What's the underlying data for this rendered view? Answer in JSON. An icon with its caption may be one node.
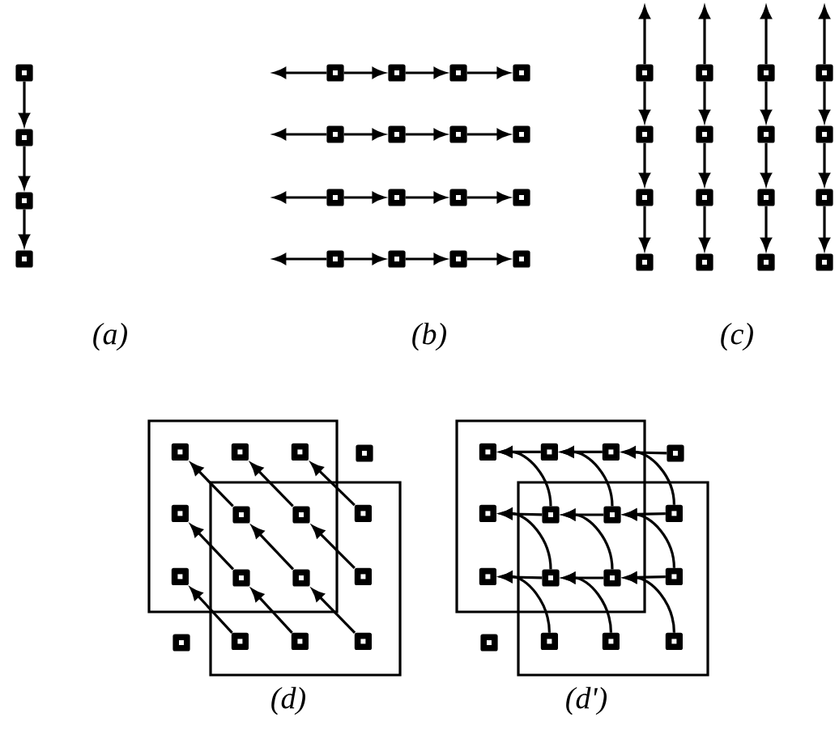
{
  "diagram": {
    "nodes": [
      {
        "text": [],
        "shape": "square"
      },
      {
        "text": [],
        "shape": "square"
      },
      {
        "text": [],
        "shape": "square"
      },
      {
        "text": [],
        "shape": "square"
      },
      {
        "text": [],
        "shape": "square"
      },
      {
        "text": [],
        "shape": "square"
      },
      {
        "text": [],
        "shape": "square"
      },
      {
        "text": [],
        "shape": "square"
      },
      {
        "text": [],
        "shape": "square"
      },
      {
        "text": [],
        "shape": "square"
      },
      {
        "text": [],
        "shape": "square"
      },
      {
        "text": [],
        "shape": "square"
      },
      {
        "text": [],
        "shape": "square"
      },
      {
        "text": [],
        "shape": "square"
      },
      {
        "text": [],
        "shape": "square"
      },
      {
        "text": [],
        "shape": "square"
      },
      {
        "text": [],
        "shape": "square"
      },
      {
        "text": [],
        "shape": "square"
      },
      {
        "text": [],
        "shape": "square"
      },
      {
        "text": [],
        "shape": "square"
      },
      {
        "text": [],
        "shape": "square"
      },
      {
        "text": [],
        "shape": "square"
      },
      {
        "text": [],
        "shape": "square"
      },
      {
        "text": [],
        "shape": "square"
      },
      {
        "text": [],
        "shape": "square"
      },
      {
        "text": [],
        "shape": "square"
      },
      {
        "text": [],
        "shape": "square"
      },
      {
        "text": [],
        "shape": "square"
      },
      {
        "text": [],
        "shape": "square"
      },
      {
        "text": [],
        "shape": "square"
      },
      {
        "text": [],
        "shape": "square"
      },
      {
        "text": [],
        "shape": "square"
      },
      {
        "text": [],
        "shape": "square"
      },
      {
        "text": [],
        "shape": "square"
      },
      {
        "text": [],
        "shape": "square"
      },
      {
        "text": [],
        "shape": "square"
      },
      {
        "text": [],
        "shape": "box"
      },
      {
        "text": [],
        "shape": "box"
      },
      {
        "text": [],
        "shape": "square",
        "in": 36
      },
      {
        "text": [],
        "shape": "square",
        "in": 36
      },
      {
        "text": [],
        "shape": "square",
        "in": 36
      },
      {
        "text": [],
        "shape": "square"
      },
      {
        "text": [],
        "shape": "square",
        "in": 36
      },
      {
        "text": [],
        "shape": "square"
      },
      {
        "text": [],
        "shape": "square"
      },
      {
        "text": [],
        "shape": "square",
        "in": 37
      },
      {
        "text": [],
        "shape": "square",
        "in": 36
      },
      {
        "text": [],
        "shape": "square"
      },
      {
        "text": [],
        "shape": "square"
      },
      {
        "text": [],
        "shape": "square",
        "in": 37
      },
      {
        "text": [],
        "shape": "square"
      },
      {
        "text": [],
        "shape": "square",
        "in": 37
      },
      {
        "text": [],
        "shape": "square",
        "in": 37
      },
      {
        "text": [],
        "shape": "square",
        "in": 37
      },
      {
        "text": [],
        "shape": "box"
      },
      {
        "text": [],
        "shape": "box"
      },
      {
        "text": [],
        "shape": "square",
        "in": 54
      },
      {
        "text": [],
        "shape": "square",
        "in": 54
      },
      {
        "text": [],
        "shape": "square",
        "in": 54
      },
      {
        "text": [],
        "shape": "square"
      },
      {
        "text": [],
        "shape": "square",
        "in": 54
      },
      {
        "text": [],
        "shape": "square"
      },
      {
        "text": [],
        "shape": "square"
      },
      {
        "text": [],
        "shape": "square",
        "in": 55
      },
      {
        "text": [],
        "shape": "square",
        "in": 54
      },
      {
        "text": [],
        "shape": "square"
      },
      {
        "text": [],
        "shape": "square"
      },
      {
        "text": [],
        "shape": "square",
        "in": 55
      },
      {
        "text": [],
        "shape": "square"
      },
      {
        "text": [],
        "shape": "square",
        "in": 55
      },
      {
        "text": [],
        "shape": "square",
        "in": 55
      },
      {
        "text": [],
        "shape": "square",
        "in": 55
      }
    ],
    "edges": [
      {
        "from": 0,
        "to": 1,
        "arrow": "to"
      },
      {
        "from": 1,
        "to": 2,
        "arrow": "to"
      },
      {
        "from": 2,
        "to": 3,
        "arrow": "to"
      },
      {
        "from": 4,
        "to": null,
        "arrow": "to"
      },
      {
        "from": 4,
        "to": 5,
        "arrow": "to"
      },
      {
        "from": 5,
        "to": 6,
        "arrow": "to"
      },
      {
        "from": 6,
        "to": 7,
        "arrow": "to"
      },
      {
        "from": 8,
        "to": null,
        "arrow": "to"
      },
      {
        "from": 8,
        "to": 9,
        "arrow": "to"
      },
      {
        "from": 9,
        "to": 10,
        "arrow": "to"
      },
      {
        "from": 10,
        "to": 11,
        "arrow": "to"
      },
      {
        "from": 12,
        "to": null,
        "arrow": "to"
      },
      {
        "from": 12,
        "to": 13,
        "arrow": "to"
      },
      {
        "from": 13,
        "to": 14,
        "arrow": "to"
      },
      {
        "from": 14,
        "to": 15,
        "arrow": "to"
      },
      {
        "from": 16,
        "to": null,
        "arrow": "to"
      },
      {
        "from": 16,
        "to": 17,
        "arrow": "to"
      },
      {
        "from": 17,
        "to": 18,
        "arrow": "to"
      },
      {
        "from": 18,
        "to": 19,
        "arrow": "to"
      },
      {
        "from": 20,
        "to": null,
        "arrow": "to"
      },
      {
        "from": 20,
        "to": 24,
        "arrow": "to"
      },
      {
        "from": 24,
        "to": 28,
        "arrow": "to"
      },
      {
        "from": 28,
        "to": 32,
        "arrow": "to"
      },
      {
        "from": 21,
        "to": null,
        "arrow": "to"
      },
      {
        "from": 21,
        "to": 25,
        "arrow": "to"
      },
      {
        "from": 25,
        "to": 29,
        "arrow": "to"
      },
      {
        "from": 29,
        "to": 33,
        "arrow": "to"
      },
      {
        "from": 22,
        "to": null,
        "arrow": "to"
      },
      {
        "from": 22,
        "to": 26,
        "arrow": "to"
      },
      {
        "from": 26,
        "to": 30,
        "arrow": "to"
      },
      {
        "from": 30,
        "to": 34,
        "arrow": "to"
      },
      {
        "from": 23,
        "to": null,
        "arrow": "to"
      },
      {
        "from": 23,
        "to": 27,
        "arrow": "to"
      },
      {
        "from": 27,
        "to": 31,
        "arrow": "to"
      },
      {
        "from": 31,
        "to": 35,
        "arrow": "to"
      },
      {
        "from": 43,
        "to": 38,
        "arrow": "to"
      },
      {
        "from": 44,
        "to": 39,
        "arrow": "to"
      },
      {
        "from": 45,
        "to": 40,
        "arrow": "to"
      },
      {
        "from": 47,
        "to": 42,
        "arrow": "to"
      },
      {
        "from": 48,
        "to": 43,
        "arrow": "to"
      },
      {
        "from": 49,
        "to": 44,
        "arrow": "to"
      },
      {
        "from": 51,
        "to": 46,
        "arrow": "to"
      },
      {
        "from": 52,
        "to": 47,
        "arrow": "to"
      },
      {
        "from": 53,
        "to": 48,
        "arrow": "to"
      },
      {
        "from": 57,
        "to": 56,
        "arrow": "to"
      },
      {
        "from": 58,
        "to": 57,
        "arrow": "to"
      },
      {
        "from": 59,
        "to": 58,
        "arrow": "to"
      },
      {
        "from": 61,
        "to": 56,
        "arrow": "to"
      },
      {
        "from": 62,
        "to": 57,
        "arrow": "to"
      },
      {
        "from": 63,
        "to": 58,
        "arrow": "to"
      },
      {
        "from": 61,
        "to": 60,
        "arrow": "to"
      },
      {
        "from": 62,
        "to": 61,
        "arrow": "to"
      },
      {
        "from": 63,
        "to": 62,
        "arrow": "to"
      },
      {
        "from": 65,
        "to": 60,
        "arrow": "to"
      },
      {
        "from": 66,
        "to": 61,
        "arrow": "to"
      },
      {
        "from": 67,
        "to": 62,
        "arrow": "to"
      },
      {
        "from": 65,
        "to": 64,
        "arrow": "to"
      },
      {
        "from": 66,
        "to": 65,
        "arrow": "to"
      },
      {
        "from": 67,
        "to": 66,
        "arrow": "to"
      },
      {
        "from": 69,
        "to": 64,
        "arrow": "to"
      },
      {
        "from": 70,
        "to": 65,
        "arrow": "to"
      },
      {
        "from": 71,
        "to": 66,
        "arrow": "to"
      }
    ],
    "labels": [
      "(a)",
      "(b)",
      "(c)",
      "(d)",
      "(d')"
    ]
  }
}
